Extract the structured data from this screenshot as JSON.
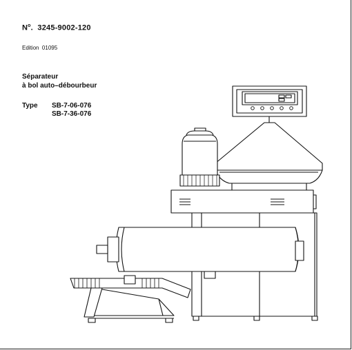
{
  "document": {
    "number_prefix": "N",
    "number_sup": "o",
    "number_sep": ".",
    "number": "3245-9002-120",
    "edition_label": "Edition",
    "edition": "01095",
    "title_line1": "Séparateur",
    "title_line2": "à bol auto–débourbeur",
    "type_label": "Type",
    "types": [
      "SB-7-06-076",
      "SB-7-36-076"
    ]
  }
}
